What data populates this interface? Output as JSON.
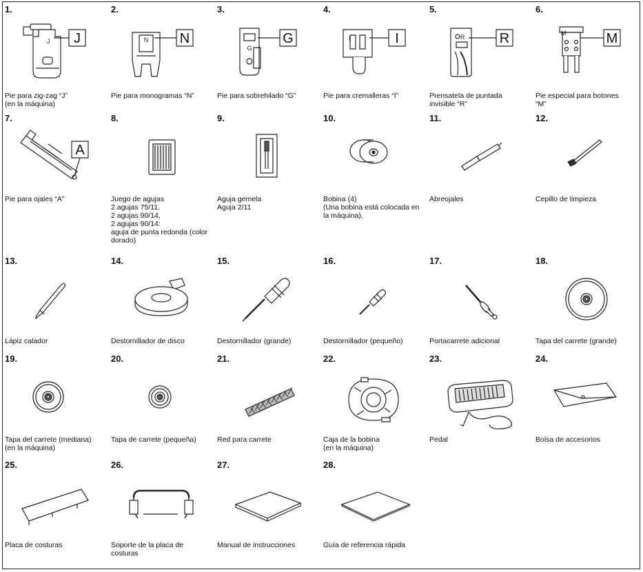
{
  "items": [
    {
      "number": "1.",
      "caption": "Pie para zig-zag “J”\n(en la máquina)",
      "letter": "J",
      "icon": "zigzag-foot"
    },
    {
      "number": "2.",
      "caption": "Pie para monogramas “N”",
      "letter": "N",
      "icon": "monogram-foot"
    },
    {
      "number": "3.",
      "caption": "Pie para sobrehilado “G”",
      "letter": "G",
      "icon": "overcasting-foot"
    },
    {
      "number": "4.",
      "caption": "Pie para cremalleras “I”",
      "letter": "I",
      "icon": "zipper-foot"
    },
    {
      "number": "5.",
      "caption": "Prensatela de puntada\ninvisible “R”",
      "letter": "R",
      "icon": "blind-stitch-foot"
    },
    {
      "number": "6.",
      "caption": "Pie especial para botones\n“M”",
      "letter": "M",
      "icon": "button-foot"
    },
    {
      "number": "7.",
      "caption": "Pie para ojales “A”",
      "letter": "A",
      "icon": "buttonhole-foot"
    },
    {
      "number": "8.",
      "caption": "Juego de agujas\n2 agujas 75/11,\n2 agujas 90/14,\n2 agujas 90/14:\naguja de punta redonda (color\ndorado)",
      "icon": "needle-set"
    },
    {
      "number": "9.",
      "caption": "Aguja gemela\nAguja 2/11",
      "icon": "twin-needle"
    },
    {
      "number": "10.",
      "caption": "Bobina (4)\n(Una bobina está colocada en\nla máquina).",
      "icon": "bobbin"
    },
    {
      "number": "11.",
      "caption": "Abreojales",
      "icon": "seam-ripper"
    },
    {
      "number": "12.",
      "caption": "Cepillo de limpieza",
      "icon": "cleaning-brush"
    },
    {
      "number": "13.",
      "caption": "Lápiz calador",
      "icon": "eyelet-punch"
    },
    {
      "number": "14.",
      "caption": "Destornillador de disco",
      "icon": "disc-screwdriver"
    },
    {
      "number": "15.",
      "caption": "Destornillador (grande)",
      "icon": "screwdriver-large"
    },
    {
      "number": "16.",
      "caption": "Destornillador (pequeño)",
      "icon": "screwdriver-small"
    },
    {
      "number": "17.",
      "caption": "Portacarrete adicional",
      "icon": "spool-pin"
    },
    {
      "number": "18.",
      "caption": "Tapa del carrete (grande)",
      "icon": "spool-cap-large"
    },
    {
      "number": "19.",
      "caption": "Tapa del carrete (mediana)\n(en la máquina)",
      "icon": "spool-cap-medium"
    },
    {
      "number": "20.",
      "caption": "Tapa de carrete (pequeña)",
      "icon": "spool-cap-small"
    },
    {
      "number": "21.",
      "caption": "Red para carrete",
      "icon": "spool-net"
    },
    {
      "number": "22.",
      "caption": "Caja de la bobina\n(en la máquina)",
      "icon": "bobbin-case"
    },
    {
      "number": "23.",
      "caption": "Pedal",
      "icon": "foot-pedal"
    },
    {
      "number": "24.",
      "caption": "Bolsa de accesorios",
      "icon": "accessory-bag"
    },
    {
      "number": "25.",
      "caption": "Placa de costuras",
      "icon": "needle-plate"
    },
    {
      "number": "26.",
      "caption": "Soporte de la placa de\ncosturas",
      "icon": "needle-plate-holder"
    },
    {
      "number": "27.",
      "caption": "Manual de instrucciones",
      "icon": "instruction-manual"
    },
    {
      "number": "28.",
      "caption": "Guía de referencia rápida",
      "icon": "quick-reference-guide"
    }
  ]
}
